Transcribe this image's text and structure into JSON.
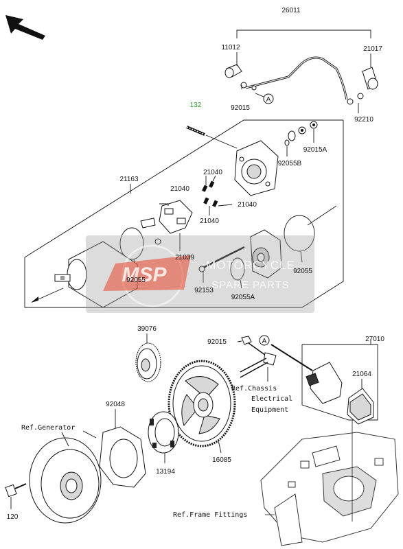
{
  "parts": {
    "p26011": "26011",
    "p11012": "11012",
    "p21017": "21017",
    "p92015_top": "92015",
    "p92210": "92210",
    "p132": "132",
    "p92015A": "92015A",
    "p92055B": "92055B",
    "p21163": "21163",
    "p21040_a": "21040",
    "p21040_b": "21040",
    "p21040_c": "21040",
    "p21040_d": "21040",
    "p21039": "21039",
    "p92055_left": "92055",
    "p92153": "92153",
    "p92055A": "92055A",
    "p92055_right": "92055",
    "p39076": "39076",
    "p92015_mid": "92015",
    "p27010": "27010",
    "p21064": "21064",
    "p92048": "92048",
    "p13194": "13194",
    "p16085": "16085",
    "p120": "120"
  },
  "callouts": {
    "a_top": "A",
    "a_mid": "A"
  },
  "references": {
    "chassis_line1": "Ref.Chassis",
    "chassis_line2": "Electrical",
    "chassis_line3": "Equipment",
    "generator": "Ref.Generator",
    "frame": "Ref.Frame Fittings"
  },
  "watermark": {
    "logo": "MSP",
    "line1": "MOTORCYCLE",
    "line2": "SPARE PARTS"
  },
  "colors": {
    "highlight_part": "#2a9d2a",
    "watermark_red": "#e8462c"
  }
}
